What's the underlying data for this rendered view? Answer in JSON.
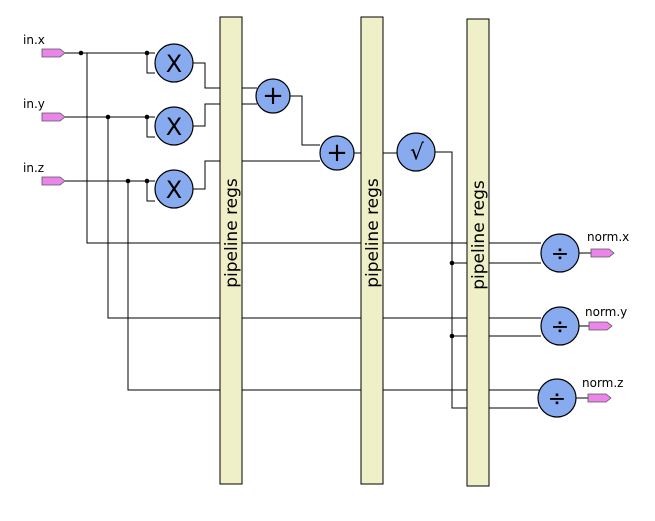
{
  "inputs": {
    "x": "in.x",
    "y": "in.y",
    "z": "in.z"
  },
  "outputs": {
    "x": "norm.x",
    "y": "norm.y",
    "z": "norm.z"
  },
  "registers": {
    "label_1": "pipeline regs",
    "label_2": "pipeline regs",
    "label_3": "pipeline regs"
  },
  "operators": {
    "multiply": "X",
    "add": "+",
    "sqrt": "√",
    "divide": "÷"
  },
  "colors": {
    "operator_fill": "#88aaee",
    "register_fill": "#efefc8",
    "port_fill": "#ea86ea"
  }
}
